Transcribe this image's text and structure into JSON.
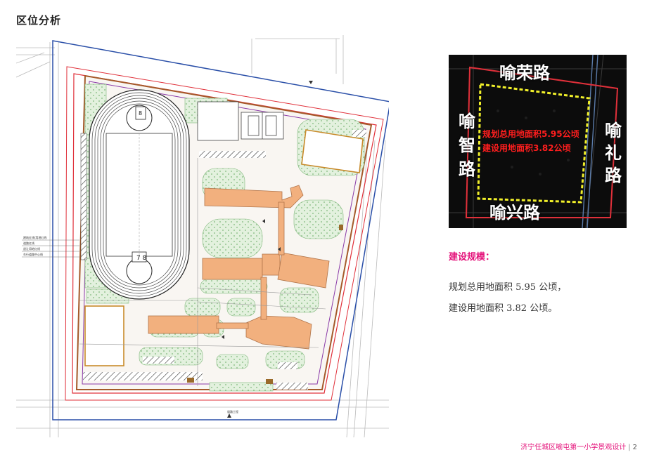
{
  "page_title": "区位分析",
  "aerial": {
    "road_top": "喻荣路",
    "road_bottom": "喻兴路",
    "road_left": "喻智路",
    "road_right": "喻礼路",
    "area_planned": "规划总用地面积5.95公顷",
    "area_construction": "建设用地面积3.82公顷"
  },
  "scale": {
    "heading": "建设规模：",
    "planned_area": "规划总用地面积 5.95 公顷，",
    "construction_area": "建设用地面积 3.82 公顷。"
  },
  "plan": {
    "road_label_bottom": "道路工程",
    "legend_items": [
      "建筑红线/用地红线",
      "道路红线",
      "退让用地红线",
      "车行道路中心线"
    ]
  },
  "footer": {
    "project": "济宁任城区喻屯第一小学景观设计",
    "page": "2"
  },
  "colors": {
    "accent": "#e4127a",
    "building": "#f2b07e",
    "lawn": "#dff0dc",
    "boundary_red": "#e0303a",
    "boundary_blue": "#2a4fa8",
    "site_yellow": "#f1f02a"
  }
}
